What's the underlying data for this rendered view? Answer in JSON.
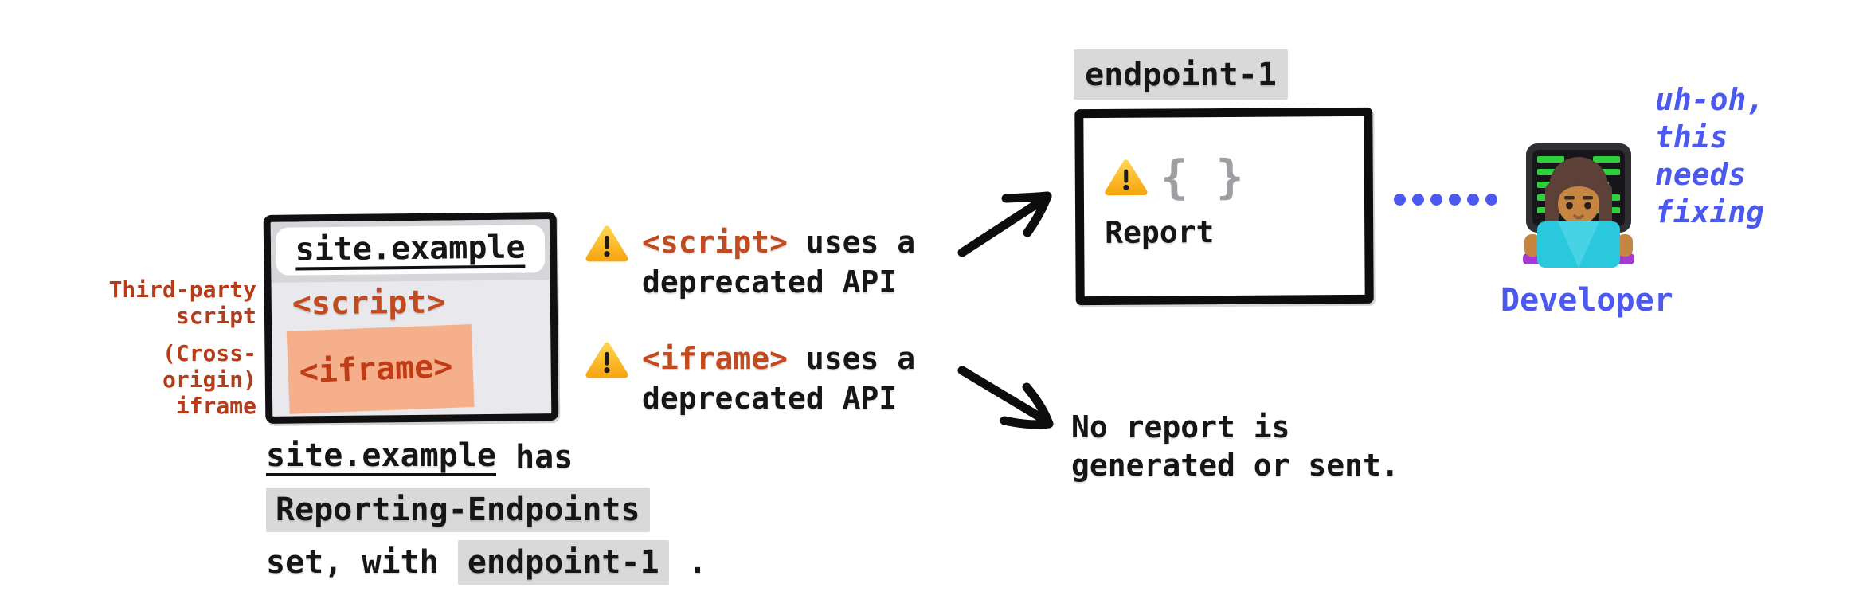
{
  "colors": {
    "code_red": "#c14a1e",
    "label_red": "#b53c1a",
    "blue": "#4b59f0",
    "iframe_highlight_salmon": "#f5b08b",
    "chip_gray": "#d9d9d9",
    "window_body_gray": "#e9e8ec",
    "window_topbar_gray": "#d6d5d9",
    "braces_gray": "#9e9ea3",
    "warning_yellow": "#fbbf24"
  },
  "browser_window": {
    "url": "site.example",
    "script_tag": "<script>",
    "iframe_tag": "<iframe>"
  },
  "side_labels": {
    "third_party_line1": "Third-party",
    "third_party_line2": "script",
    "cross_origin_line1": "(Cross-origin)",
    "cross_origin_line2": "iframe"
  },
  "warnings": {
    "script": {
      "code": "<script>",
      "after": " uses a",
      "line2": "deprecated API"
    },
    "iframe": {
      "code": "<iframe>",
      "after": " uses a",
      "line2": "deprecated API"
    }
  },
  "endpoint_box": {
    "label": "endpoint-1",
    "braces": "{ }",
    "report": "Report"
  },
  "no_report": {
    "line1": "No report is",
    "line2": "generated or sent."
  },
  "developer": {
    "thought_line1": "uh-oh,",
    "thought_line2": "this",
    "thought_line3": "needs",
    "thought_line4": "fixing",
    "label": "Developer"
  },
  "caption": {
    "site": "site.example",
    "has": " has",
    "header": "Reporting-Endpoints",
    "line3_pre": "set, with ",
    "endpoint": "endpoint-1",
    "line3_post": " ."
  },
  "icons": {
    "warning": "warning-triangle",
    "developer_emoji": "woman-technologist",
    "dotted_line_dots": 6
  }
}
